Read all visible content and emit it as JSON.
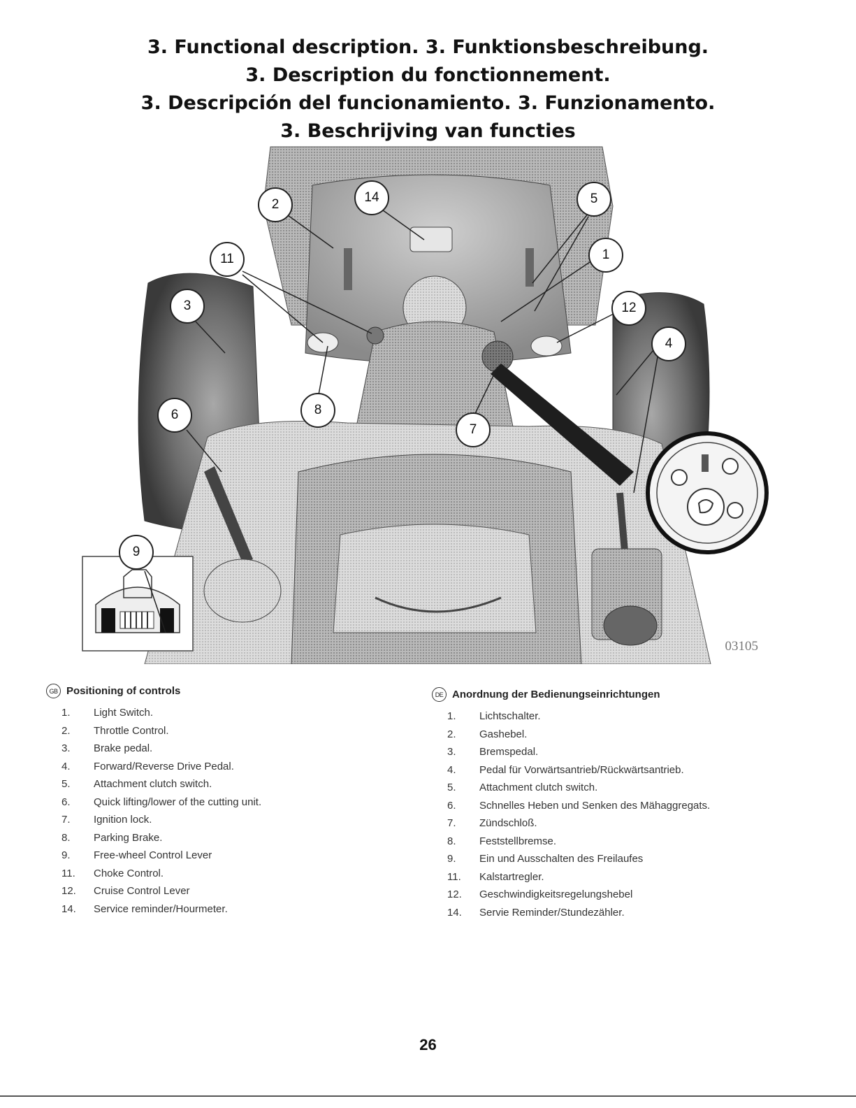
{
  "titles": [
    "3. Functional description. 3. Funktionsbeschreibung.",
    "3. Description du fonctionnement.",
    "3. Descripción del funcionamiento. 3. Funzionamento.",
    "3. Beschrijving van functies"
  ],
  "figure": {
    "code": "03105",
    "callouts": [
      "2",
      "14",
      "5",
      "11",
      "1",
      "3",
      "12",
      "4",
      "8",
      "6",
      "7",
      "9"
    ]
  },
  "sections": {
    "gb": {
      "badge": "GB",
      "heading": "Positioning of controls",
      "items": [
        {
          "num": "1.",
          "text": "Light Switch."
        },
        {
          "num": "2.",
          "text": "Throttle Control."
        },
        {
          "num": "3.",
          "text": "Brake pedal."
        },
        {
          "num": "4.",
          "text": "Forward/Reverse Drive Pedal."
        },
        {
          "num": "5.",
          "text": "Attachment clutch switch."
        },
        {
          "num": "6.",
          "text": "Quick lifting/lower of the cutting unit."
        },
        {
          "num": "7.",
          "text": "Ignition lock."
        },
        {
          "num": "8.",
          "text": "Parking Brake."
        },
        {
          "num": "9.",
          "text": "Free-wheel Control Lever"
        },
        {
          "num": "11.",
          "text": "Choke Control."
        },
        {
          "num": "12.",
          "text": "Cruise Control Lever"
        },
        {
          "num": "14.",
          "text": "Service reminder/Hourmeter."
        }
      ]
    },
    "de": {
      "badge": "DE",
      "heading": "Anordnung der Bedienungseinrichtungen",
      "items": [
        {
          "num": "1.",
          "text": "Lichtschalter."
        },
        {
          "num": "2.",
          "text": "Gashebel."
        },
        {
          "num": "3.",
          "text": "Bremspedal."
        },
        {
          "num": "4.",
          "text": "Pedal für Vorwärtsantrieb/Rückwärtsantrieb."
        },
        {
          "num": "5.",
          "text": "Attachment clutch switch."
        },
        {
          "num": "6.",
          "text": "Schnelles Heben und Senken des Mähaggregats."
        },
        {
          "num": "7.",
          "text": "Zündschloß."
        },
        {
          "num": "8.",
          "text": "Feststellbremse."
        },
        {
          "num": "9.",
          "text": "Ein und Ausschalten des Freilaufes"
        },
        {
          "num": "11.",
          "text": "Kalstartregler."
        },
        {
          "num": "12.",
          "text": "Geschwindigkeitsregelungshebel"
        },
        {
          "num": "14.",
          "text": "Servie Reminder/Stundezähler."
        }
      ]
    }
  },
  "page_number": "26"
}
